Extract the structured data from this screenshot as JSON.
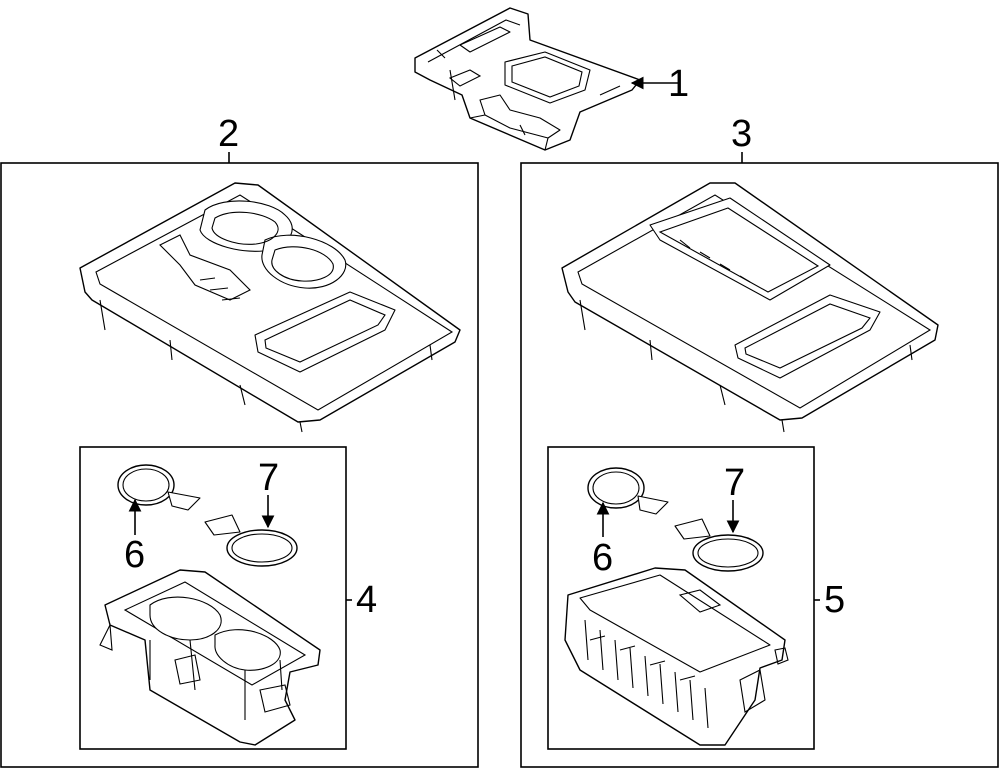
{
  "callouts": {
    "c1": "1",
    "c2": "2",
    "c3": "3",
    "c4": "4",
    "c5": "5",
    "c6a": "6",
    "c6b": "6",
    "c7a": "7",
    "c7b": "7"
  },
  "colors": {
    "line": "#000000",
    "background": "#ffffff"
  }
}
